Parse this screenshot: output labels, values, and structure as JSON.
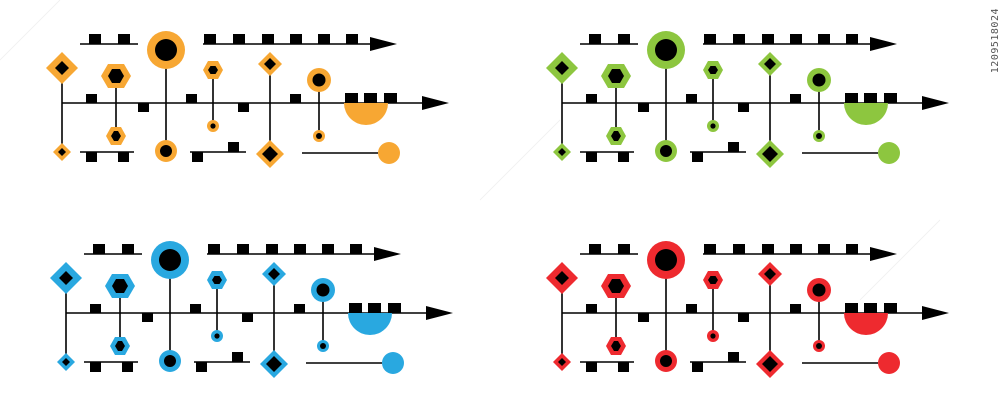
{
  "image_id": "1209518024",
  "ink": "#000000",
  "variants": [
    {
      "name": "orange",
      "color": "#F7A733"
    },
    {
      "name": "green",
      "color": "#8DC63F"
    },
    {
      "name": "blue",
      "color": "#29A8E0"
    },
    {
      "name": "red",
      "color": "#EE2A2F"
    }
  ]
}
